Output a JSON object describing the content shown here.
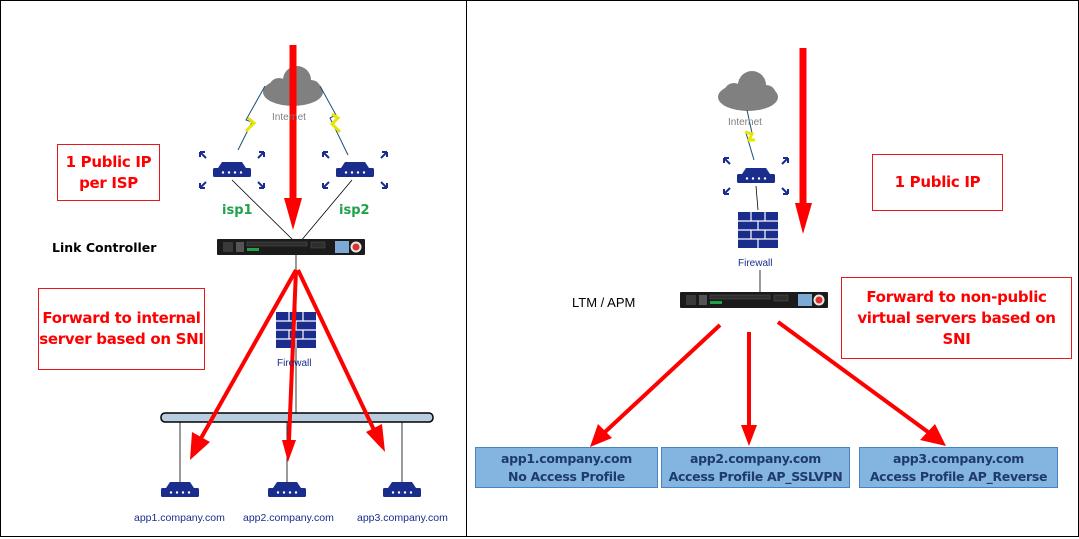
{
  "left": {
    "callout_public_ip": "1 Public IP\nper ISP",
    "callout_forward": "Forward to internal\nserver based on SNI",
    "cloud_label": "Internet",
    "isp1_label": "isp1",
    "isp2_label": "isp2",
    "device_label": "Link Controller",
    "firewall_label": "Firewall",
    "hosts": [
      "app1.company.com",
      "app2.company.com",
      "app3.company.com"
    ]
  },
  "right": {
    "callout_public_ip": "1 Public IP",
    "callout_forward": "Forward to non-public\nvirtual servers based on SNI",
    "cloud_label": "Internet",
    "firewall_label": "Firewall",
    "device_label": "LTM / APM",
    "virtual_servers": [
      {
        "host": "app1.company.com",
        "profile": "No Access Profile"
      },
      {
        "host": "app2.company.com",
        "profile": "Access Profile AP_SSLVPN"
      },
      {
        "host": "app3.company.com",
        "profile": "Access Profile AP_Reverse"
      }
    ]
  },
  "colors": {
    "arrow": "#ff0000",
    "device_blue": "#1a2d8c",
    "cloud": "#808080",
    "isp_label": "#1fa24a",
    "vs_box_fill": "#83b5e0"
  }
}
